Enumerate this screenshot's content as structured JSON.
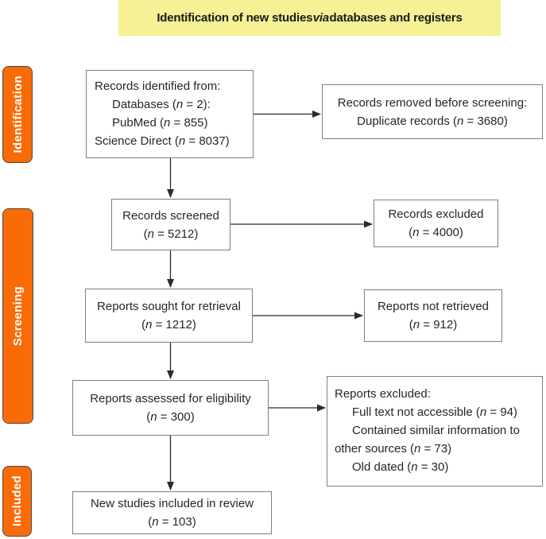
{
  "figure": {
    "title": {
      "pre": "Identification of new studies ",
      "emphasis": "via",
      "post": " databases and registers"
    }
  },
  "sidebar": {
    "stages": [
      {
        "label": "Identification"
      },
      {
        "label": "Screening"
      },
      {
        "label": "Included"
      }
    ]
  },
  "boxes": {
    "records_identified": {
      "lines": [
        "Records identified from:",
        "Databases (n = 2):",
        "PubMed (n = 855)",
        "Science Direct (n = 8037)"
      ]
    },
    "records_removed": {
      "lines": [
        "Records removed before screening:",
        "Duplicate records (n = 3680)"
      ]
    },
    "records_screened": {
      "lines": [
        "Records screened",
        "(n = 5212)"
      ]
    },
    "records_excluded": {
      "lines": [
        "Records excluded",
        "(n = 4000)"
      ]
    },
    "reports_sought": {
      "lines": [
        "Reports sought for retrieval",
        "(n = 1212)"
      ]
    },
    "reports_not_retrieved": {
      "lines": [
        "Reports not retrieved",
        "(n = 912)"
      ]
    },
    "reports_assessed": {
      "lines": [
        "Reports assessed for eligibility",
        "(n = 300)"
      ]
    },
    "reports_excluded": {
      "lines": [
        "Reports excluded:",
        "Full text not accessible (n = 94)",
        "Contained similar information to",
        "other sources (n = 73)",
        "Old dated (n = 30)"
      ]
    },
    "new_studies": {
      "lines": [
        "New studies included in review",
        "(n = 103)"
      ]
    }
  },
  "colors": {
    "title_bg": "#F5F194",
    "title_text": "#1a1a1a",
    "stage_bg": "#F96B07",
    "stage_border": "#4a4a4a",
    "stage_text": "#ffffff",
    "box_bg": "#ffffff",
    "box_border": "#7f7f7f",
    "box_text": "#262626",
    "arrow": "#2b2b2b"
  }
}
